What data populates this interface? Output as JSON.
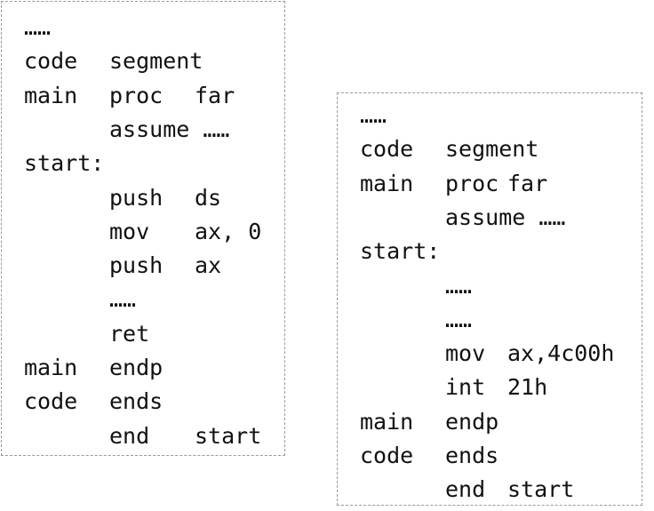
{
  "left_block": {
    "lines": [
      [
        "……",
        "",
        ""
      ],
      [
        "code",
        "segment",
        ""
      ],
      [
        "main",
        "proc",
        "far"
      ],
      [
        "",
        "assume ……",
        ""
      ],
      [
        "start:",
        "",
        ""
      ],
      [
        "",
        "push",
        "ds"
      ],
      [
        "",
        "mov",
        "ax, 0"
      ],
      [
        "",
        "push",
        "ax"
      ],
      [
        "",
        "……",
        ""
      ],
      [
        "",
        "ret",
        ""
      ],
      [
        "main",
        "endp",
        ""
      ],
      [
        "code",
        "ends",
        ""
      ],
      [
        "",
        "end",
        "start"
      ]
    ]
  },
  "right_block": {
    "lines": [
      [
        "……",
        "",
        ""
      ],
      [
        "code",
        "segment",
        ""
      ],
      [
        "main",
        "proc",
        "far"
      ],
      [
        "",
        "assume ……",
        ""
      ],
      [
        "start:",
        "",
        ""
      ],
      [
        "",
        "……",
        ""
      ],
      [
        "",
        "……",
        ""
      ],
      [
        "",
        "mov",
        "ax,4c00h"
      ],
      [
        "",
        "int",
        "21h"
      ],
      [
        "main",
        "endp",
        ""
      ],
      [
        "code",
        "ends",
        ""
      ],
      [
        "",
        "end",
        "start"
      ]
    ]
  }
}
